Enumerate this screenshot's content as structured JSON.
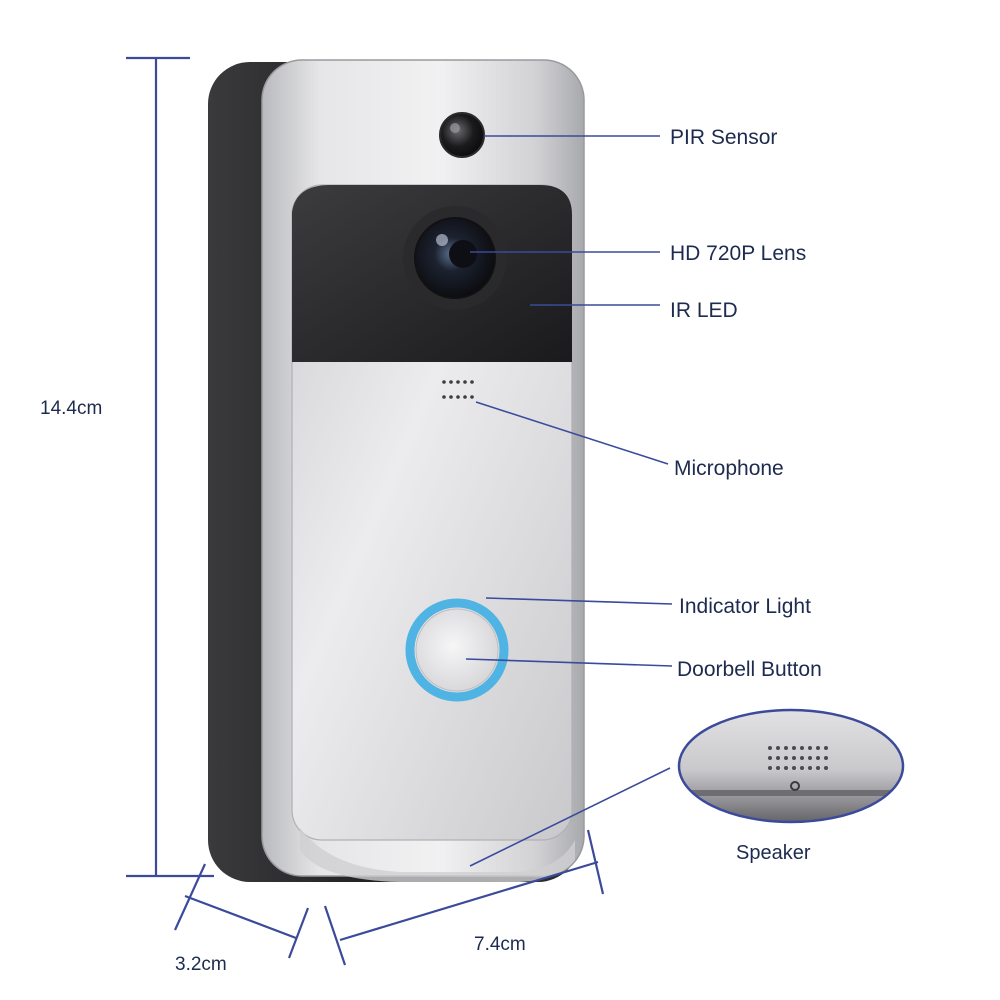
{
  "labels": {
    "pir_sensor": "PIR Sensor",
    "hd_lens": "HD 720P Lens",
    "ir_led": "IR LED",
    "microphone": "Microphone",
    "indicator_light": "Indicator Light",
    "doorbell_button": "Doorbell Button",
    "speaker": "Speaker"
  },
  "dimensions": {
    "height": "14.4cm",
    "depth": "3.2cm",
    "width": "7.4cm"
  },
  "colors": {
    "callout": "#3b4a9a",
    "indicator_ring": "#4fb3e3",
    "body_silver": "#d9d9dc",
    "back_plate": "#2b2b2d"
  }
}
